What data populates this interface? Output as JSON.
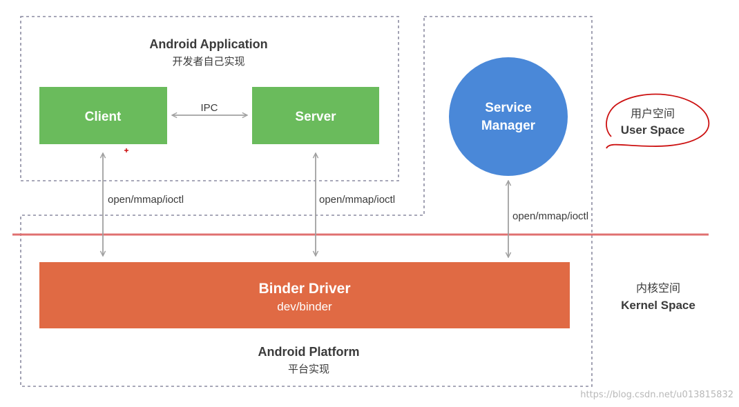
{
  "colors": {
    "green": "#6abb5c",
    "blue": "#4a88d8",
    "orange": "#e06a44",
    "divider": "#e07070",
    "dashed": "#8a8aa0",
    "arrow": "#a0a0a0",
    "annotation": "#cc1111",
    "text_dark": "#3a3a3a",
    "box_text": "#ffffff"
  },
  "app_region": {
    "title": "Android Application",
    "subtitle": "开发者自己实现"
  },
  "client": {
    "label": "Client",
    "icon": "small-red-plus-icon"
  },
  "server": {
    "label": "Server"
  },
  "ipc_label": "IPC",
  "service_manager": {
    "line1": "Service",
    "line2": "Manager"
  },
  "user_space": {
    "line1": "用户空间",
    "line2": "User Space"
  },
  "kernel_space": {
    "line1": "内核空间",
    "line2": "Kernel Space"
  },
  "syscall_labels": {
    "client": "open/mmap/ioctl",
    "server": "open/mmap/ioctl",
    "service_manager": "open/mmap/ioctl"
  },
  "binder_driver": {
    "title": "Binder Driver",
    "subtitle": "dev/binder"
  },
  "platform": {
    "title": "Android Platform",
    "subtitle": "平台实现"
  },
  "watermark": "https://blog.csdn.net/u013815832"
}
